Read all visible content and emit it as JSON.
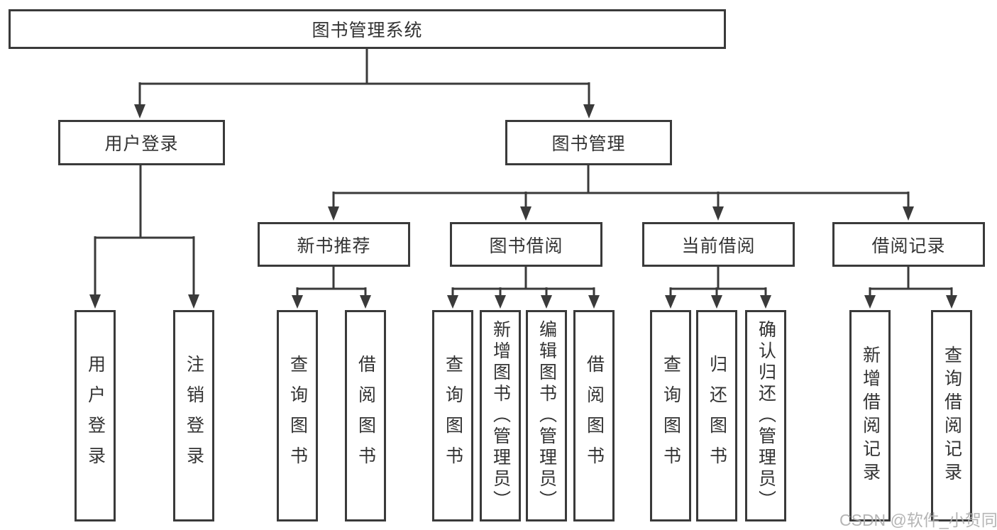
{
  "root": {
    "label": "图书管理系统"
  },
  "branches": [
    {
      "label": "用户登录",
      "children": [
        {
          "label": "用户登录"
        },
        {
          "label": "注销登录"
        }
      ]
    },
    {
      "label": "图书管理",
      "children": [
        {
          "label": "新书推荐",
          "children": [
            {
              "label": "查询图书"
            },
            {
              "label": "借阅图书"
            }
          ]
        },
        {
          "label": "图书借阅",
          "children": [
            {
              "label": "查询图书"
            },
            {
              "label": "新增图书（管理员）"
            },
            {
              "label": "编辑图书（管理员）"
            },
            {
              "label": "借阅图书"
            }
          ]
        },
        {
          "label": "当前借阅",
          "children": [
            {
              "label": "查询图书"
            },
            {
              "label": "归还图书"
            },
            {
              "label": "确认归还（管理员）"
            }
          ]
        },
        {
          "label": "借阅记录",
          "children": [
            {
              "label": "新增借阅记录"
            },
            {
              "label": "查询借阅记录"
            }
          ]
        }
      ]
    }
  ],
  "watermark": {
    "text": "CSDN @软件_小贺同学"
  },
  "colors": {
    "line": "#3a3a3a",
    "text": "#333333",
    "watermark": "#adadad",
    "background": "#ffffff"
  }
}
